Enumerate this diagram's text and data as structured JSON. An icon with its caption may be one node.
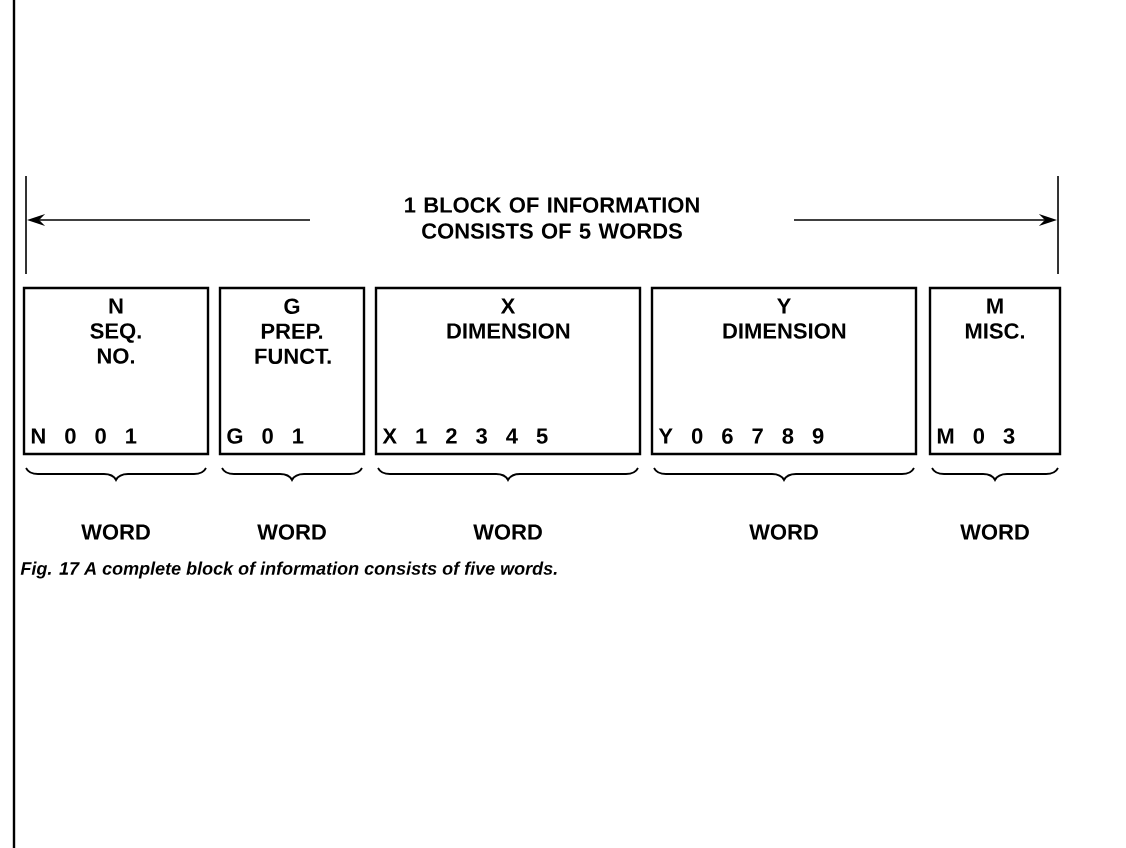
{
  "diagram": {
    "caption": "Fig. 17 A complete block of information consists of five words.",
    "nodes": [
      {
        "text": [
          "N SEQ. NO.",
          "N 0 0 1"
        ],
        "beside": [
          "WORD"
        ]
      },
      {
        "text": [
          "G PREP. FUNCT.",
          "G 0 1"
        ],
        "beside": [
          "WORD"
        ]
      },
      {
        "text": [
          "X DIMENSION",
          "X 1 2 3 4 5"
        ],
        "beside": [
          "WORD"
        ]
      },
      {
        "text": [
          "Y DIMENSION",
          "Y 0 6 7 8 9"
        ],
        "beside": [
          "WORD"
        ]
      },
      {
        "text": [
          "M MISC.",
          "M 0 3"
        ],
        "beside": [
          "WORD"
        ]
      }
    ],
    "labels": [
      "1 BLOCK OF INFORMATION CONSISTS OF 5 WORDS"
    ]
  }
}
